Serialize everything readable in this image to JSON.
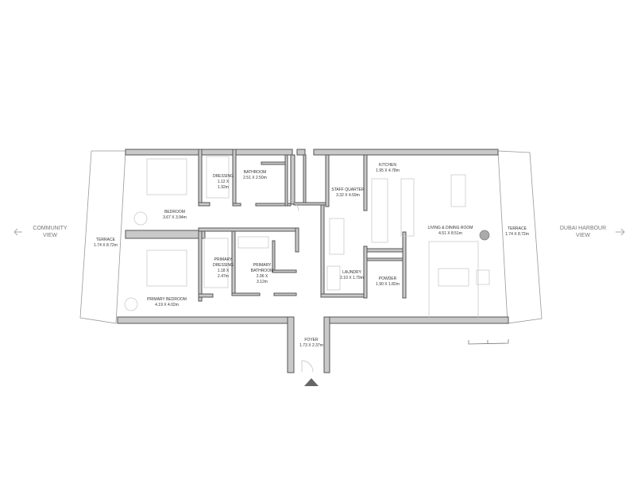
{
  "views": {
    "left": {
      "line1": "COMMUNITY",
      "line2": "VIEW",
      "icon": "arrow-left"
    },
    "right": {
      "line1": "DUBAI HARBOUR",
      "line2": "VIEW",
      "icon": "arrow-right"
    }
  },
  "rooms": {
    "bedroom": {
      "name": "BEDROOM",
      "size": "3.67 X 3.94m"
    },
    "dressing": {
      "name": "DRESSING",
      "size1": "1.12 X",
      "size2": "1.92m"
    },
    "bathroom": {
      "name": "BATHROOM",
      "size": "2.51 X 2.50m"
    },
    "terrace_left": {
      "name": "TERRACE",
      "size": "1.74 X 8.72m"
    },
    "primary_dressing": {
      "name1": "PRIMARY",
      "name2": "DRESSING",
      "size1": "1.18 X",
      "size2": "2.47m"
    },
    "primary_bathroom": {
      "name1": "PRIMARY",
      "name2": "BATHROOM",
      "size1": "2.96 X",
      "size2": "3.12m"
    },
    "primary_bedroom": {
      "name": "PRIMARY BEDROOM",
      "size": "4.19 X 4.02m"
    },
    "staff_quarter": {
      "name": "STAFF QUARTER",
      "size": "3.32 X 4.59m"
    },
    "kitchen": {
      "name": "KITCHEN",
      "size": "1.95 X 4.78m"
    },
    "living_dining": {
      "name": "LIVING & DINING ROOM",
      "size": "4.51 X 8.51m"
    },
    "terrace_right": {
      "name": "TERRACE",
      "size": "1.74 X 8.72m"
    },
    "laundry": {
      "name": "LAUNDRY",
      "size": "2.10 X 1.79m"
    },
    "powder": {
      "name": "POWDER",
      "size": "1.90 X 1.82m"
    },
    "foyer": {
      "name": "FOYER",
      "size": "1.73 X 2.37m"
    }
  },
  "colors": {
    "wall": "#c9c9c9",
    "wall_outline": "#555555",
    "entry_marker": "#666666"
  }
}
